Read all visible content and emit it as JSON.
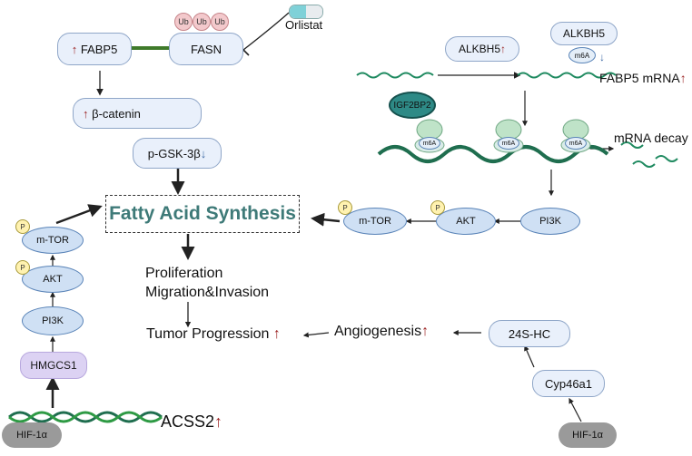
{
  "left": {
    "fabp5": "FABP5",
    "fasn": "FASN",
    "ub": [
      "Ub",
      "Ub",
      "Ub"
    ],
    "orlistat": "Orlistat",
    "beta_catenin": "β-catenin",
    "pgsk": "p-GSK-3β",
    "fatty_acid_synthesis": "Fatty Acid Synthesis",
    "left_chain": [
      "m-TOR",
      "AKT",
      "PI3K",
      "HMGCS1"
    ],
    "phospho": "P",
    "hif_left": "HIF-1α",
    "acss2": "ACSS2"
  },
  "center": {
    "proliferation": "Proliferation",
    "migration": "Migration&Invasion",
    "tumor": "Tumor Progression",
    "angiogenesis": "Angiogenesis"
  },
  "right": {
    "alkbh5_a": "ALKBH5",
    "alkbh5_b": "ALKBH5",
    "m6a": "m6A",
    "fabp5_mrna": "FABP5 mRNA",
    "igf2bp2": "IGF2BP2",
    "mrna_decay": "mRNA decay",
    "chain": [
      "PI3K",
      "AKT",
      "m-TOR"
    ],
    "hc": "24S-HC",
    "cyp": "Cyp46a1",
    "hif_right": "HIF-1α"
  },
  "colors": {
    "up_arrow": "#9c2323",
    "down_arrow": "#3f6aa5",
    "title_teal": "#3e7a78",
    "strand_green": "#1f6e4f",
    "orlistat_cyan": "#7fd1d8"
  }
}
